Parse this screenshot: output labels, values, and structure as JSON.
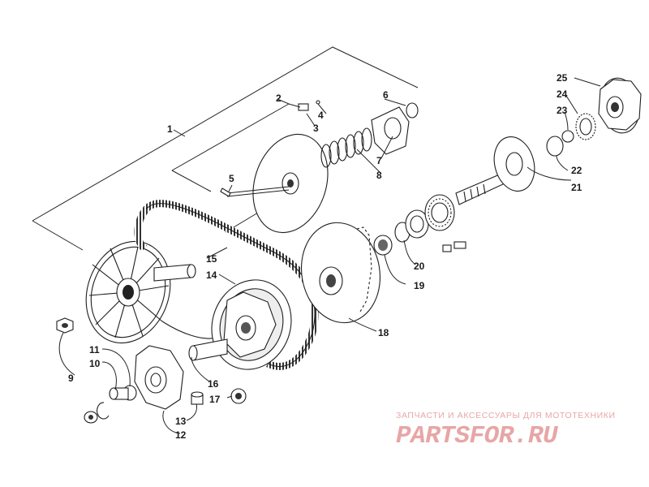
{
  "labels": {
    "p1": "1",
    "p2": "2",
    "p3": "3",
    "p4": "4",
    "p5": "5",
    "p6": "6",
    "p7": "7",
    "p8": "8",
    "p9": "9",
    "p10": "10",
    "p11": "11",
    "p12": "12",
    "p13": "13",
    "p14": "14",
    "p15": "15",
    "p16": "16",
    "p17": "17",
    "p18": "18",
    "p19": "19",
    "p20": "20",
    "p21": "21",
    "p22": "22",
    "p23": "23",
    "p24": "24",
    "p25": "25"
  },
  "watermark": {
    "tagline": "ЗАПЧАСТИ И АКСЕССУАРЫ ДЛЯ МОТОТЕХНИКИ",
    "logo": "PARTSFOR.RU"
  },
  "colors": {
    "ink": "#1e1e1e",
    "watermark": "#e7a6a6",
    "background": "#ffffff"
  }
}
